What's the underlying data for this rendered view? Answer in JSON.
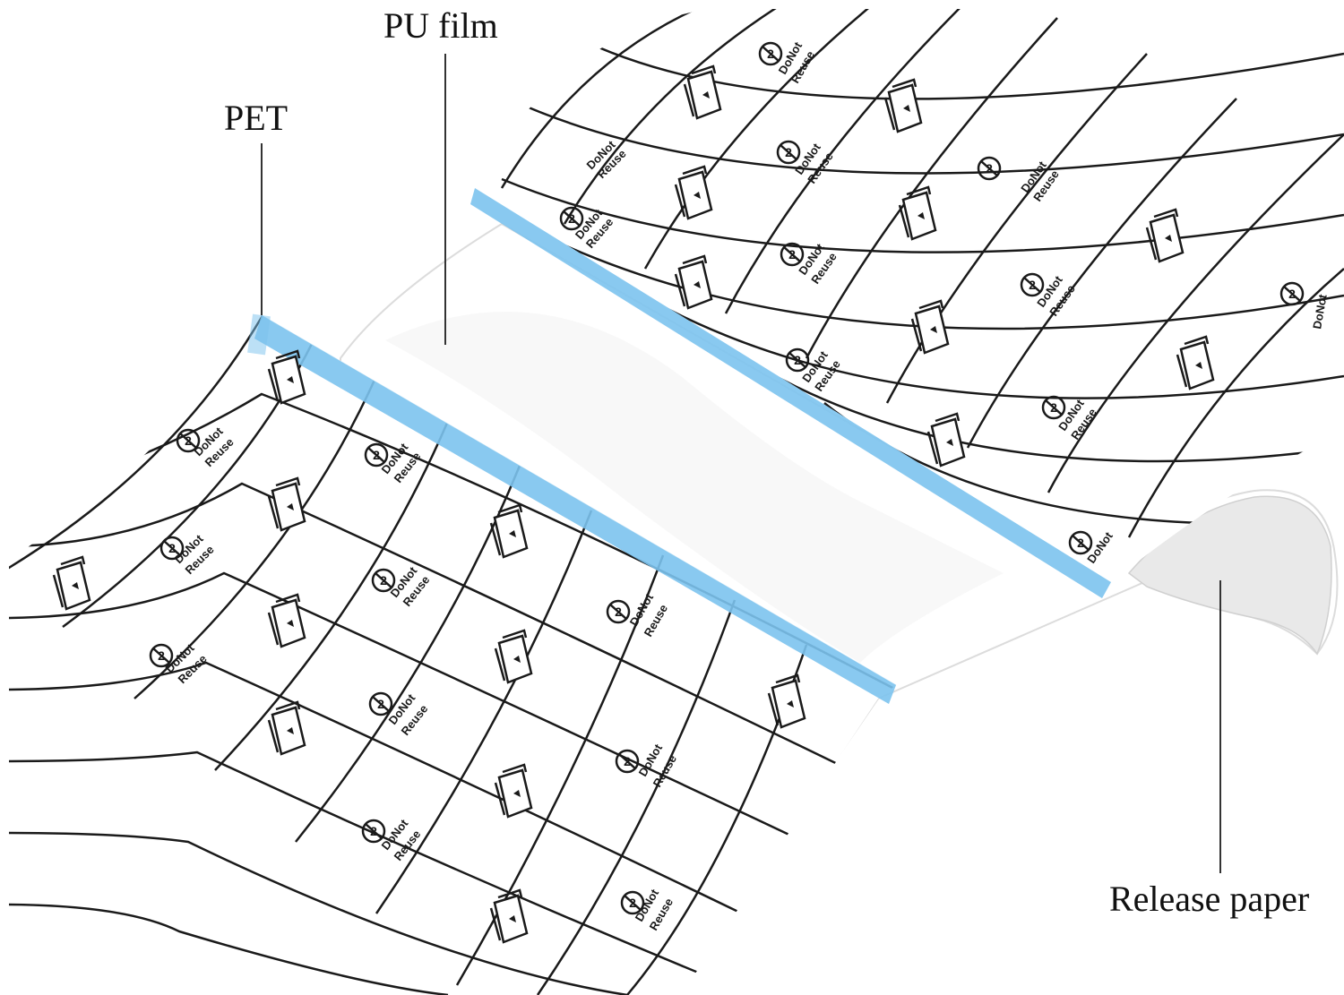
{
  "labels": {
    "pet": "PET",
    "pu_film": "PU film",
    "release_paper": "Release paper"
  },
  "printed_marking": {
    "line1": "DoNot",
    "line2": "Reuse"
  },
  "colors": {
    "pet_strip": "#7cc3ee",
    "grid_line": "#1a1a1a",
    "release_paper_shade": "#e9e9e9"
  },
  "icons": [
    "do-not-reuse-icon",
    "peel-layer-icon"
  ]
}
